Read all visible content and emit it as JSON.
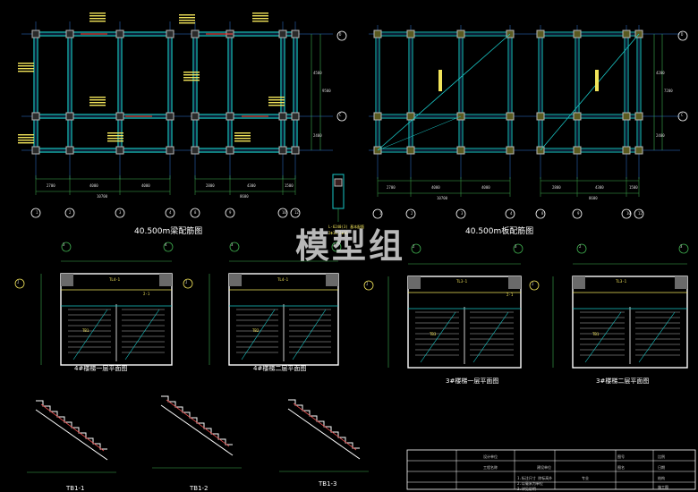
{
  "watermark": "模型组",
  "drawings": {
    "beam_plan_title": "40.500m梁配筋图",
    "slab_plan_title": "40.500m板配筋图",
    "stair4_floor1_title": "4#楼梯一层平面图",
    "stair4_floor2_title": "4#楼梯二层平面图",
    "stair3_floor1_title": "3#楼梯一层平面图",
    "stair3_floor2_title": "3#楼梯二层平面图",
    "section_tb1_1": "TB1-1",
    "section_tb1_2": "TB1-2",
    "section_tb1_3": "TB1-3"
  },
  "axes": {
    "beam_plan_x": [
      "1",
      "2",
      "3",
      "4",
      "8",
      "9",
      "10",
      "12"
    ],
    "slab_plan_x": [
      "1",
      "2",
      "3",
      "4",
      "8",
      "9",
      "10",
      "12"
    ],
    "rows": [
      "D",
      "C",
      "J"
    ],
    "stair_axes": [
      "3",
      "4",
      "3",
      "3",
      "2",
      "3",
      "2",
      "3"
    ]
  },
  "dimensions": {
    "beam_plan": [
      "2700",
      "4000",
      "4000",
      "10700",
      "2800",
      "4300",
      "1500",
      "8600"
    ],
    "beam_plan_side": [
      "4500",
      "2400",
      "9500"
    ],
    "slab_plan": [
      "2700",
      "4000",
      "4000",
      "10700",
      "2800",
      "4300",
      "1500",
      "8600"
    ],
    "slab_plan_side": [
      "4200",
      "2400",
      "7200"
    ]
  },
  "stair_labels": {
    "tl": [
      "TL4-1",
      "TL4-1",
      "TL3-1",
      "TL3-1"
    ],
    "tb": [
      "TB1",
      "TB2",
      "TB3",
      "TB1"
    ],
    "pt": [
      "2-1",
      "2-1"
    ]
  },
  "section_detail": {
    "label": "L-6240(3) 基本配筋",
    "sub": "2Φ16;2Φ16"
  },
  "title_block": {
    "rows": [
      "设计单位",
      "工程名称",
      "建设单位",
      "专业",
      "图名",
      "图号",
      "比例",
      "日期",
      "结构",
      "施工图"
    ],
    "notes": [
      "1.标注尺寸 除标高外",
      "2.以毫米为单位",
      "3.详见说明"
    ]
  },
  "colors": {
    "background": "#000000",
    "wall": "#19c7c7",
    "grid": "#2f7bd6",
    "column": "#b7b7b7",
    "dimension": "#3fae4f",
    "rebar": "#e14b4b",
    "label": "#f2e45a",
    "stair_fill": "#6a6a6a",
    "text": "#ffffff"
  }
}
